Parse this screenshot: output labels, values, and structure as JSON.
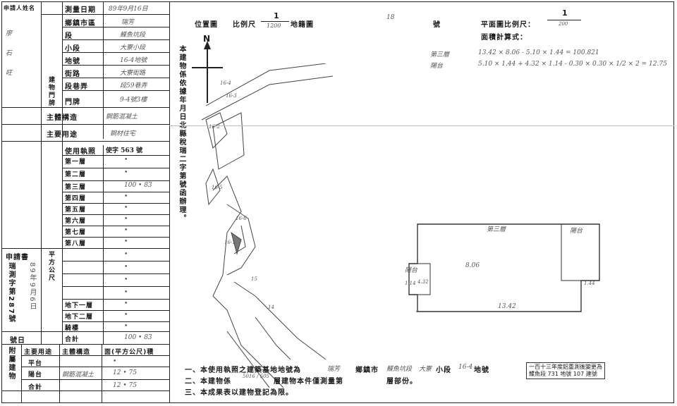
{
  "applicant": {
    "label_name": "申請人姓名",
    "label_survey_date": "測量日期",
    "survey_date": "89年9月16日",
    "label_township": "鄉鎮市區",
    "township": "瑞芳",
    "label_section": "段",
    "section": "鰈魚坑段",
    "label_subsection": "小段",
    "subsection": "大寮小段",
    "label_lot": "地號",
    "lot": "16-4地號",
    "label_street": "街路",
    "street": "大寮街路",
    "label_lane": "段巷弄",
    "lane": "段59巷弄",
    "label_door": "門牌",
    "door": "9-4號3樓",
    "label_structure": "主體構造",
    "structure": "鋼筋混凝土",
    "label_use": "主要用途",
    "use": "鋼材住宅",
    "label_permit": "使用執照",
    "permit": "使字 563 號",
    "label_building": "建物門牌",
    "side_names": [
      "廖",
      "石",
      "旺"
    ]
  },
  "floors": {
    "rows": [
      {
        "label": "第一層",
        "value": "•"
      },
      {
        "label": "第二層",
        "value": "•"
      },
      {
        "label": "第三層",
        "value": "100 • 83"
      },
      {
        "label": "第四層",
        "value": "•"
      },
      {
        "label": "第五層",
        "value": "•"
      },
      {
        "label": "第六層",
        "value": "•"
      },
      {
        "label": "第七層",
        "value": "•"
      },
      {
        "label": "第八層",
        "value": "•"
      },
      {
        "label": "",
        "value": "•"
      },
      {
        "label": "",
        "value": "•"
      },
      {
        "label": "",
        "value": "•"
      },
      {
        "label": "",
        "value": "•"
      },
      {
        "label": "地下一層",
        "value": "•"
      },
      {
        "label": "地下二層",
        "value": "•"
      },
      {
        "label": "騎樓",
        "value": "•"
      },
      {
        "label": "合計",
        "value": "100 • 83"
      }
    ],
    "area_unit_label": "平方公尺",
    "application_label": "申請書",
    "application_text": "瑞測字第287號",
    "year_label": "89年9月6日",
    "number_label": "號日"
  },
  "annex": {
    "label": "附屬建物",
    "col_use": "主要用途",
    "col_structure": "主體構造",
    "col_area": "面(平方公尺)積",
    "rows": [
      {
        "use": "平台",
        "structure": "",
        "area": "•"
      },
      {
        "use": "陽台",
        "structure": "鋼筋混凝土",
        "area": "12 • 75"
      },
      {
        "use": "合計",
        "structure": "",
        "area": "12 • 75"
      }
    ]
  },
  "map": {
    "location_label": "位置圖",
    "scale_label": "比例尺",
    "scale_num": "1",
    "scale_den": "1200",
    "cadastral_label": "地籍圖",
    "north": "N",
    "side_text": "本建物係依據年月日北縣稅瑞二字第號函辦理。",
    "lot_marks": [
      "16-4",
      "16-3",
      "16-2",
      "16-5",
      "16-6",
      "16-1",
      "15",
      "14"
    ]
  },
  "plan": {
    "number_label": "號",
    "number_value": "18",
    "scale_label": "平面圖比例尺：",
    "scale_num": "1",
    "scale_den": "200",
    "calc_label": "面積計算式：",
    "calc_line1_label": "第三層",
    "calc_line1": "13.42 × 8.06 - 5.10 × 1.44 = 100.821",
    "calc_line2_label": "陽台",
    "calc_line2": "5.10 × 1.44 + 4.32 × 1.14 - 0.30 × 0.30 × 1/2 × 2 = 12.75",
    "floor_label": "第三層",
    "balcony_label": "陽台",
    "dim_width": "13.42",
    "dim_height": "8.06",
    "dim_balcony": "1.44",
    "dim_small": "1.14",
    "dim_small2": "4.32"
  },
  "notes": {
    "line1_a": "一、本使用執照之建築基地地號為",
    "line1_b": "瑞芳",
    "line1_c": "鄉鎮市",
    "line1_d": "鰈魚坑段",
    "line1_e": "大寮",
    "line1_f": "小段",
    "line1_g": "16-4",
    "line1_h": "地號",
    "line2_a": "二、本建物係",
    "line2_b": "5016 / 505",
    "line2_c": "層建物本件僅測量第",
    "line2_d": "層部份。",
    "line3": "三、本成果表以建物登記為限。"
  },
  "stamp": {
    "line1": "一百十三年度鋁重測後變更為",
    "line2": "鰈魚段 731 地號 107 建號"
  }
}
